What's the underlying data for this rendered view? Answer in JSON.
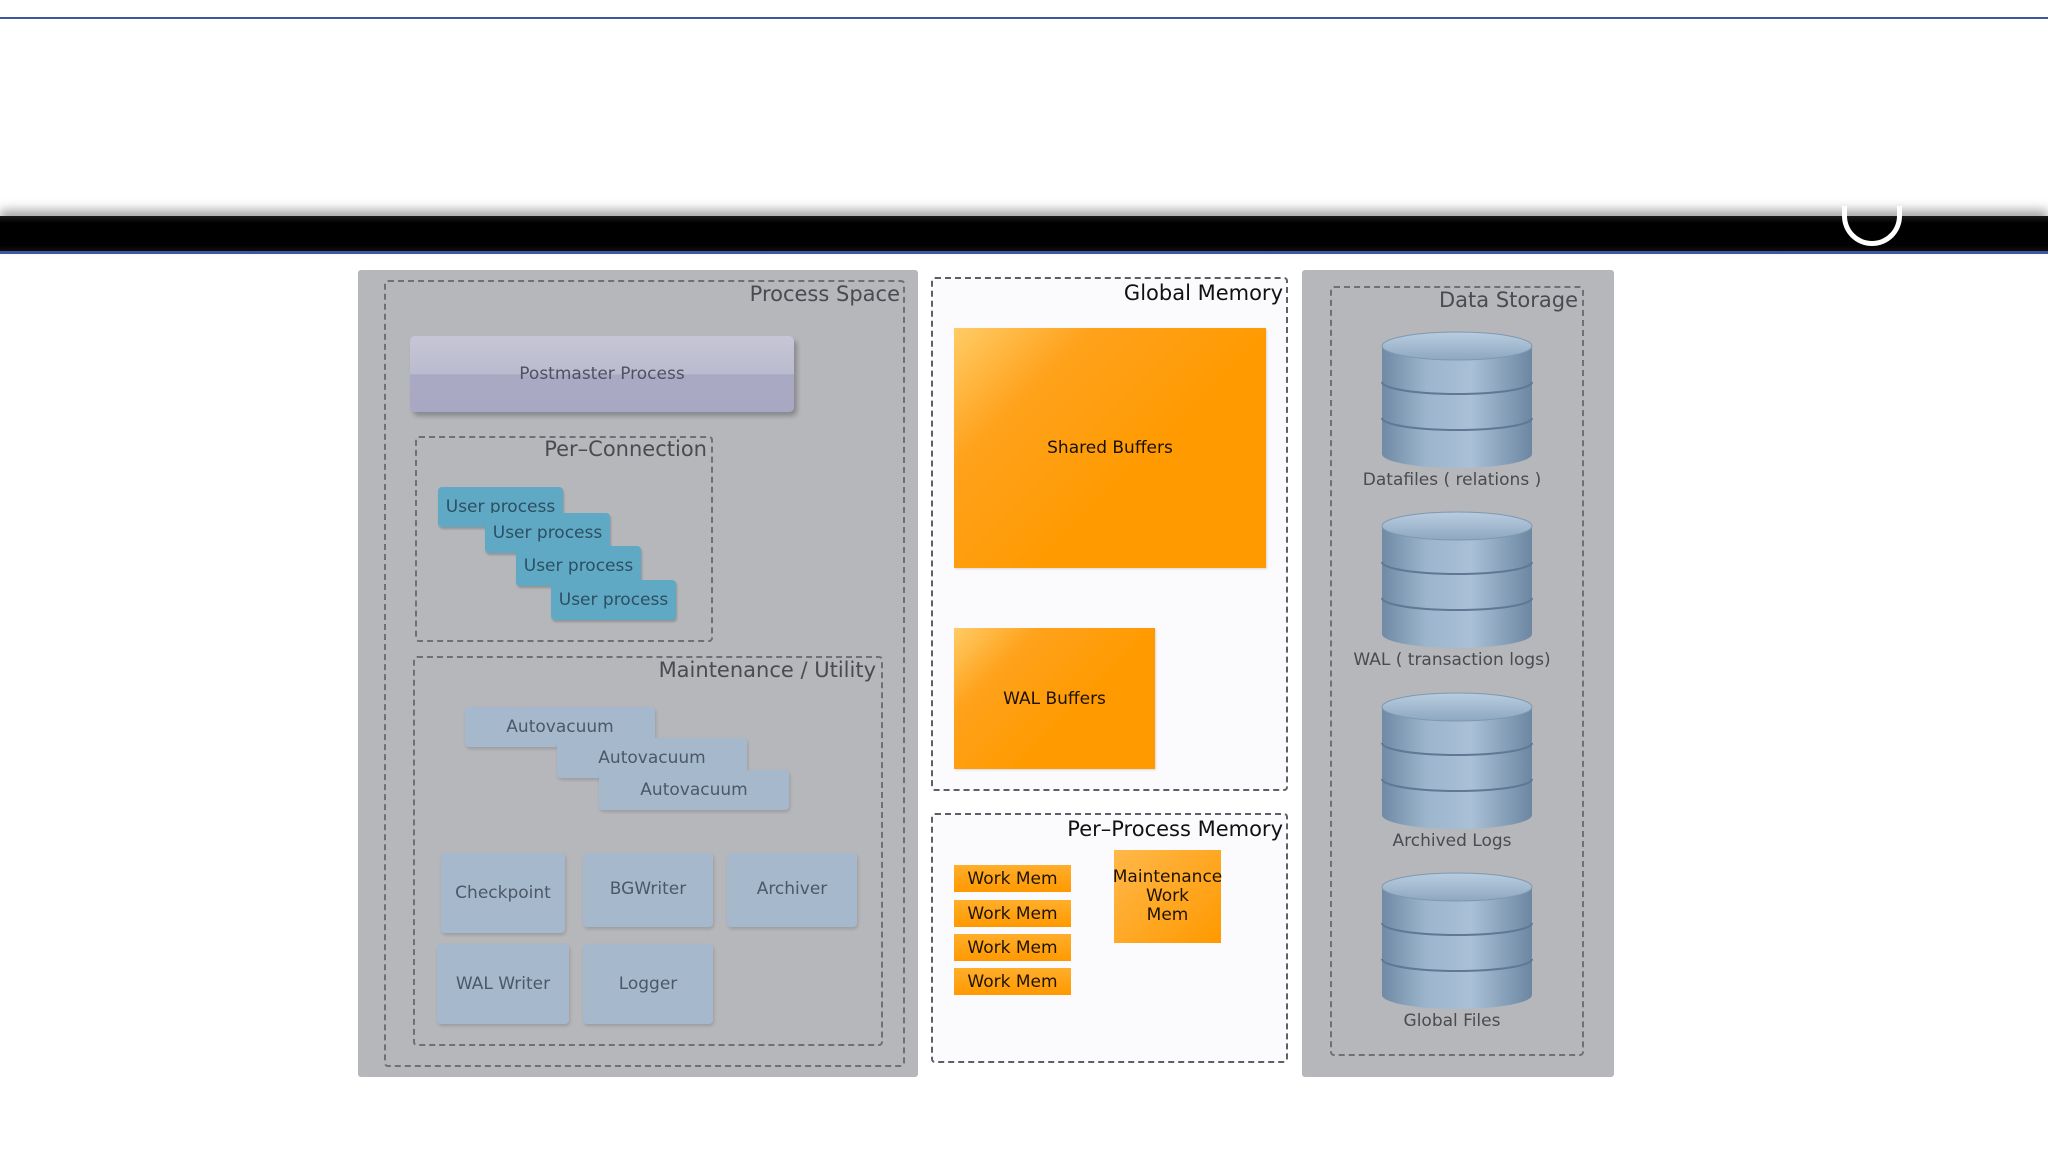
{
  "process_space": {
    "title": "Process Space",
    "postmaster": "Postmaster Process",
    "per_connection": {
      "title": "Per–Connection",
      "user_processes": [
        "User process",
        "User process",
        "User process",
        "User process"
      ]
    },
    "maintenance": {
      "title": "Maintenance / Utility",
      "autovacuums": [
        "Autovacuum",
        "Autovacuum",
        "Autovacuum"
      ],
      "utilities": [
        "Checkpoint",
        "BGWriter",
        "Archiver",
        "WAL Writer",
        "Logger"
      ]
    }
  },
  "global_memory": {
    "title": "Global Memory",
    "shared_buffers": "Shared Buffers",
    "wal_buffers": "WAL Buffers"
  },
  "per_process_memory": {
    "title": "Per–Process Memory",
    "work_mems": [
      "Work Mem",
      "Work Mem",
      "Work Mem",
      "Work Mem"
    ],
    "maintenance_work_mem": [
      "Maintenance",
      "Work",
      "Mem"
    ]
  },
  "data_storage": {
    "title": "Data Storage",
    "items": [
      "Datafiles ( relations )",
      "WAL ( transaction logs)",
      "Archived Logs",
      "Global Files"
    ]
  },
  "colors": {
    "panel": "#b6b7bb",
    "orange": "#ff9a00",
    "user_process": "#5fa9c4",
    "utility": "#a6b9cc",
    "cylinder": "#8ea8c0"
  }
}
